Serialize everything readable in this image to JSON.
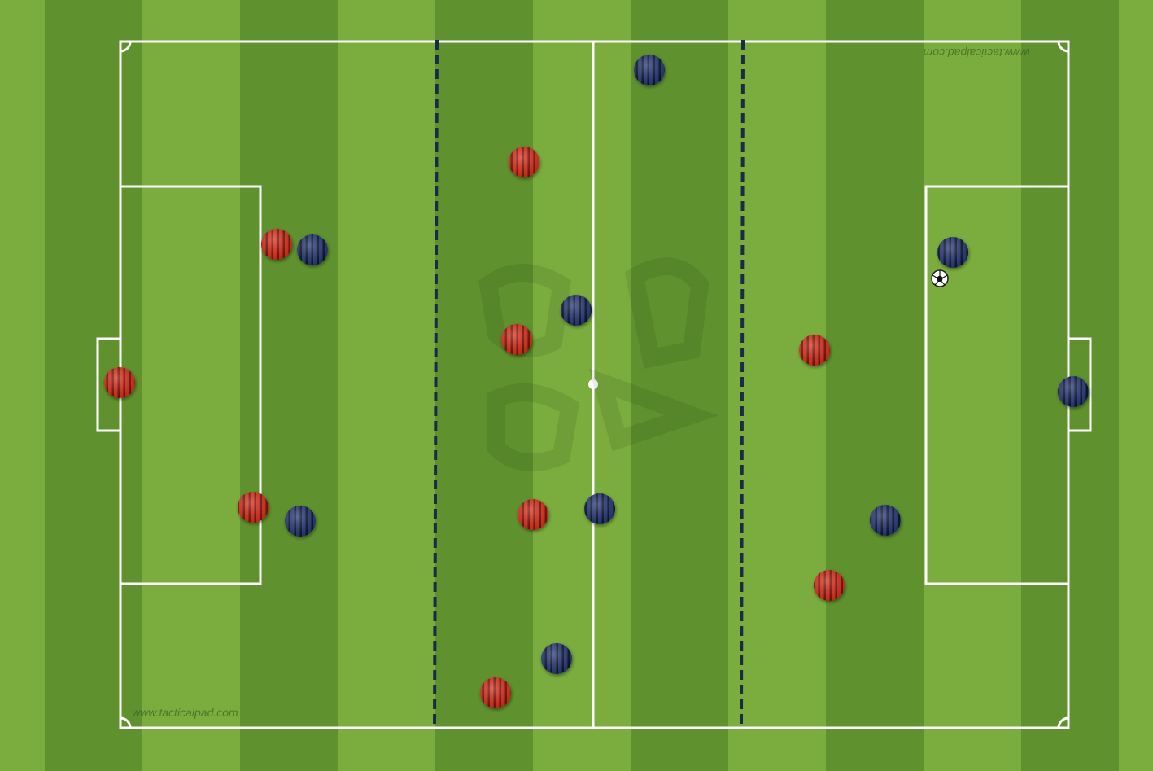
{
  "watermark": {
    "bottom_left": "www.tacticalpad.com",
    "top_right": "www.tacticalpad.com"
  },
  "colors": {
    "grass_light": "#7aad3e",
    "grass_dark": "#5f922e",
    "lines": "#ffffff",
    "zone_line": "#1c2a4a",
    "team_red": "#e0301e",
    "team_red_stripe": "#7a1408",
    "team_blue": "#2b3b7a",
    "team_blue_stripe": "#0c1430"
  },
  "teams": [
    {
      "name": "red",
      "players": [
        {
          "id": "red-gk"
        },
        {
          "id": "red-1"
        },
        {
          "id": "red-2"
        },
        {
          "id": "red-3"
        },
        {
          "id": "red-4"
        },
        {
          "id": "red-5"
        },
        {
          "id": "red-6"
        },
        {
          "id": "red-7"
        },
        {
          "id": "red-8"
        }
      ]
    },
    {
      "name": "blue",
      "players": [
        {
          "id": "blue-gk"
        },
        {
          "id": "blue-1"
        },
        {
          "id": "blue-2"
        },
        {
          "id": "blue-3"
        },
        {
          "id": "blue-4"
        },
        {
          "id": "blue-5"
        },
        {
          "id": "blue-6"
        },
        {
          "id": "blue-7"
        },
        {
          "id": "blue-8"
        }
      ]
    }
  ],
  "ball": {
    "icon": "soccer-ball-icon"
  },
  "zones": {
    "count": 3
  }
}
